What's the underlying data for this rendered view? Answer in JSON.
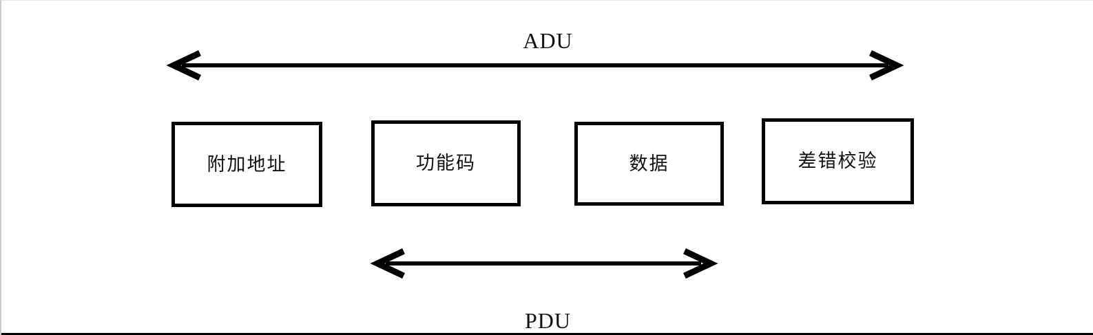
{
  "diagram": {
    "title": "ADU",
    "subtitle": "PDU",
    "background_color": "#ffffff",
    "line_color": "#000000",
    "text_color": "#111111",
    "spans": [
      {
        "name": "adu-span",
        "label": "ADU",
        "arrow_style": "double-headed",
        "covers": [
          "附加地址",
          "功能码",
          "数据",
          "差错校验"
        ]
      },
      {
        "name": "pdu-span",
        "label": "PDU",
        "arrow_style": "double-headed",
        "covers": [
          "功能码",
          "数据"
        ]
      }
    ],
    "fields": [
      {
        "id": "additional-address",
        "label": "附加地址"
      },
      {
        "id": "function-code",
        "label": "功能码"
      },
      {
        "id": "data",
        "label": "数据"
      },
      {
        "id": "error-check",
        "label": "差错校验"
      }
    ]
  }
}
